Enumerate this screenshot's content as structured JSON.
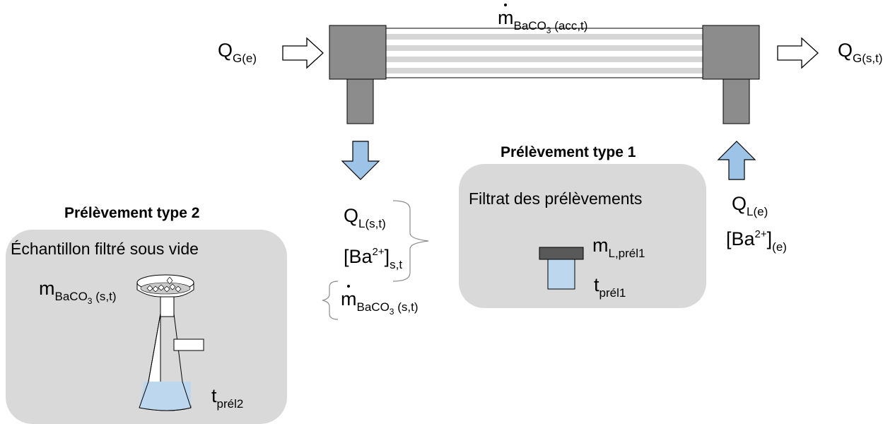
{
  "diagram": {
    "reactor": {
      "top_label": {
        "symbol": "m",
        "sub_1": "BaCO",
        "sub_2": "3",
        "sub_3": " (acc,t)"
      }
    },
    "gas_in": {
      "symbol": "Q",
      "sub": "G(e)"
    },
    "gas_out": {
      "symbol": "Q",
      "sub": "G(s,t)"
    },
    "liquid_out": {
      "flow": {
        "symbol": "Q",
        "sub": "L(s,t)"
      },
      "conc": {
        "text": "[Ba",
        "sup": "2+",
        "close": "]",
        "sub": "s,t"
      },
      "solid_flow": {
        "symbol": "m",
        "sub_1": "BaCO",
        "sub_2": "3",
        "sub_3": " (s,t)"
      }
    },
    "liquid_in": {
      "flow": {
        "symbol": "Q",
        "sub": "L(e)"
      },
      "conc": {
        "text": "[Ba",
        "sup": "2+",
        "close": "]",
        "sub": "(e)"
      }
    },
    "sample_type_1": {
      "title": "Prélèvement type 1",
      "panel_text": "Filtrat des prélèvements",
      "mass": {
        "symbol": "m",
        "sub": "L,prél1"
      },
      "time": {
        "symbol": "t",
        "sub": "prél1"
      }
    },
    "sample_type_2": {
      "title": "Prélèvement type 2",
      "panel_text": "Échantillon filtré sous vide",
      "mass": {
        "symbol": "m",
        "sub_1": "BaCO",
        "sub_2": "3",
        "sub_3": " (s,t)"
      },
      "time": {
        "symbol": "t",
        "sub": "prél2"
      }
    },
    "colors": {
      "block_gray": "#8c8c8c",
      "tube_stripe": "#d6d6d6",
      "panel_gray": "#d9d9d9",
      "arrow_blue": "#9dc3e6",
      "liquid_blue": "#bdd7ee",
      "lid_dark": "#595959"
    }
  }
}
